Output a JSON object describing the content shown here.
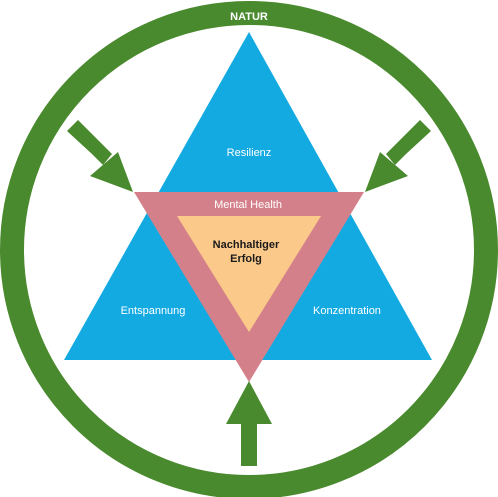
{
  "diagram": {
    "ring_label": "NATUR",
    "outer_nodes": {
      "top": "Resilienz",
      "left": "Entspannung",
      "right": "Konzentration"
    },
    "middle_label": "Mental Health",
    "core_label_line1": "Nachhaltiger",
    "core_label_line2": "Erfolg"
  },
  "colors": {
    "ring": "#4a8a2e",
    "arrows": "#4a8a2e",
    "triangle_blue": "#13aae2",
    "mental_health": "#d4808a",
    "core": "#fbc98a",
    "text_light": "#ffffff",
    "text_dark": "#1a1a1a"
  }
}
